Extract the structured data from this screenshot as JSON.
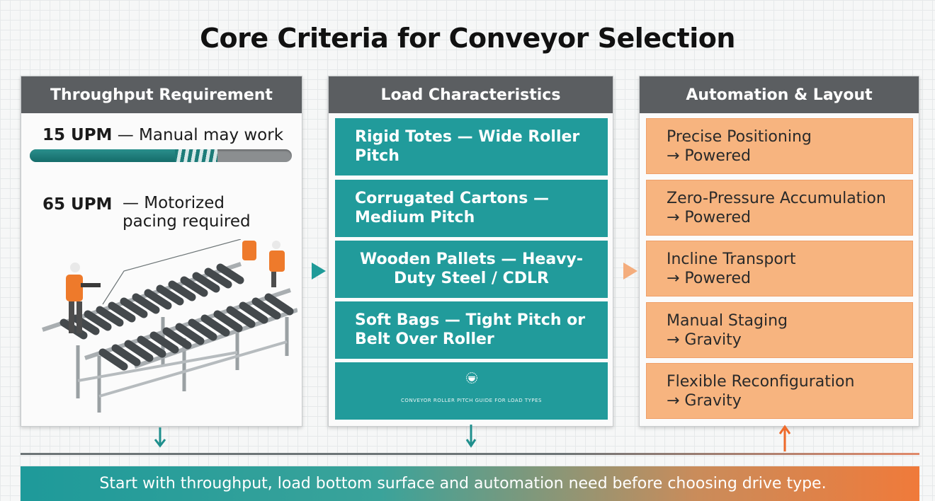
{
  "title": "Core Criteria for Conveyor Selection",
  "throughput": {
    "heading": "Throughput Requirement",
    "row1_num": "15 UPM",
    "row1_text": "— Manual may work",
    "row2_num": "65 UPM",
    "row2_text": "— Motorized pacing required"
  },
  "load": {
    "heading": "Load Characteristics",
    "cards": [
      "Rigid Totes — Wide Roller Pitch",
      "Corrugated Cartons — Medium Pitch",
      "Wooden Pallets — Heavy-Duty Steel / CDLR",
      "Soft Bags — Tight Pitch or Belt Over Roller"
    ],
    "placeholder_text": "CONVEYOR ROLLER PITCH GUIDE FOR LOAD TYPES"
  },
  "automation": {
    "heading": "Automation & Layout",
    "cards": [
      {
        "line1": "Precise Positioning",
        "line2": "→ Powered"
      },
      {
        "line1": "Zero-Pressure Accumulation",
        "line2": "→ Powered"
      },
      {
        "line1": "Incline Transport",
        "line2": "→ Powered"
      },
      {
        "line1": "Manual Staging",
        "line2": "→ Gravity"
      },
      {
        "line1": "Flexible Reconfiguration",
        "line2": "→ Gravity"
      }
    ]
  },
  "banner": "Start with throughput, load bottom surface and automation need before choosing drive type.",
  "colors": {
    "teal": "#219b9b",
    "orange": "#f7b47f",
    "header_gray": "#5b5e61"
  }
}
